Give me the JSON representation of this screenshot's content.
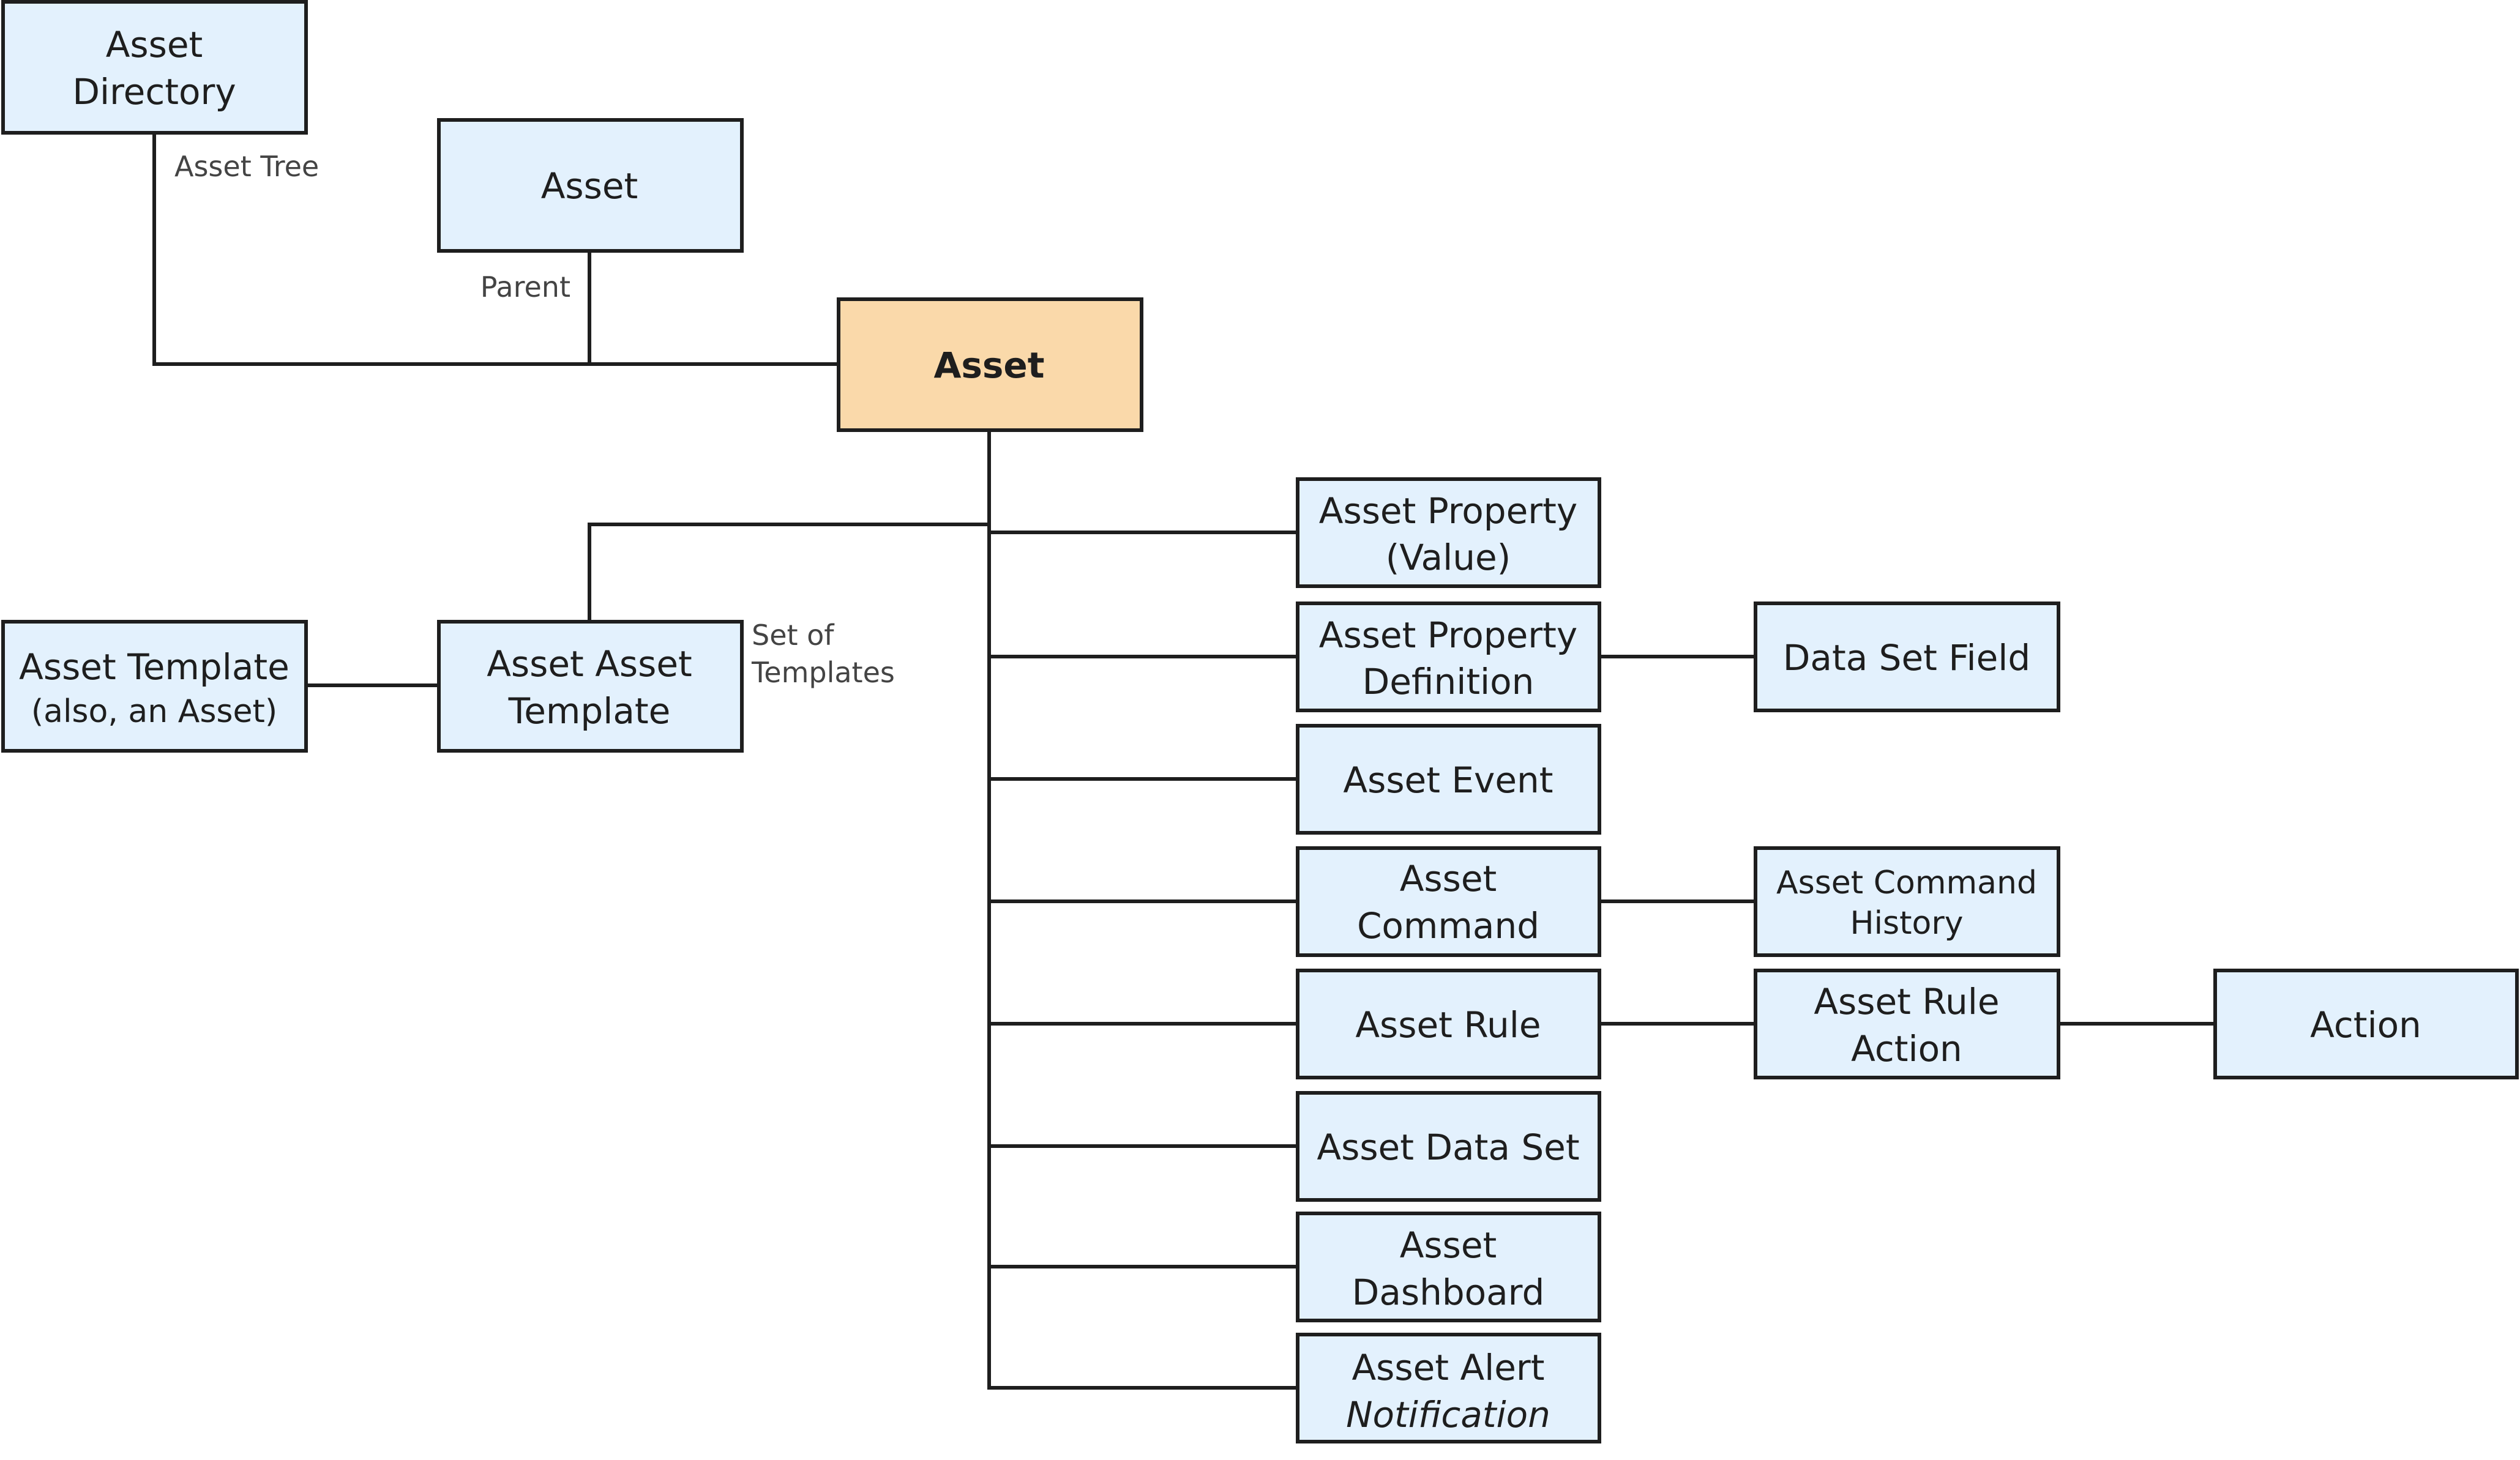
{
  "colors": {
    "box_fill": "#e3f1fd",
    "main_box_fill": "#fad9aa",
    "stroke": "#1e1e1e",
    "label": "#444444"
  },
  "nodes": {
    "asset_directory": {
      "line1": "Asset",
      "line2": "Directory"
    },
    "asset_parent": {
      "line1": "Asset"
    },
    "asset_main": {
      "line1": "Asset"
    },
    "asset_template": {
      "line1": "Asset Template",
      "line2": "(also, an Asset)"
    },
    "asset_asset_template": {
      "line1": "Asset Asset",
      "line2": "Template"
    },
    "asset_property_value": {
      "line1": "Asset Property",
      "line2": "(Value)"
    },
    "asset_property_definition": {
      "line1": "Asset Property",
      "line2": "Definition"
    },
    "data_set_field": {
      "line1": "Data Set Field"
    },
    "asset_event": {
      "line1": "Asset Event"
    },
    "asset_command": {
      "line1": "Asset",
      "line2": "Command"
    },
    "asset_command_history": {
      "line1": "Asset Command",
      "line2": "History"
    },
    "asset_rule": {
      "line1": "Asset Rule"
    },
    "asset_rule_action": {
      "line1": "Asset Rule",
      "line2": "Action"
    },
    "action": {
      "line1": "Action"
    },
    "asset_data_set": {
      "line1": "Asset Data Set"
    },
    "asset_dashboard": {
      "line1": "Asset",
      "line2": "Dashboard"
    },
    "asset_alert_notification": {
      "line1": "Asset Alert",
      "line2": "Notification"
    }
  },
  "edge_labels": {
    "asset_tree": "Asset Tree",
    "parent": "Parent",
    "set_of_templates_1": "Set of",
    "set_of_templates_2": "Templates"
  }
}
